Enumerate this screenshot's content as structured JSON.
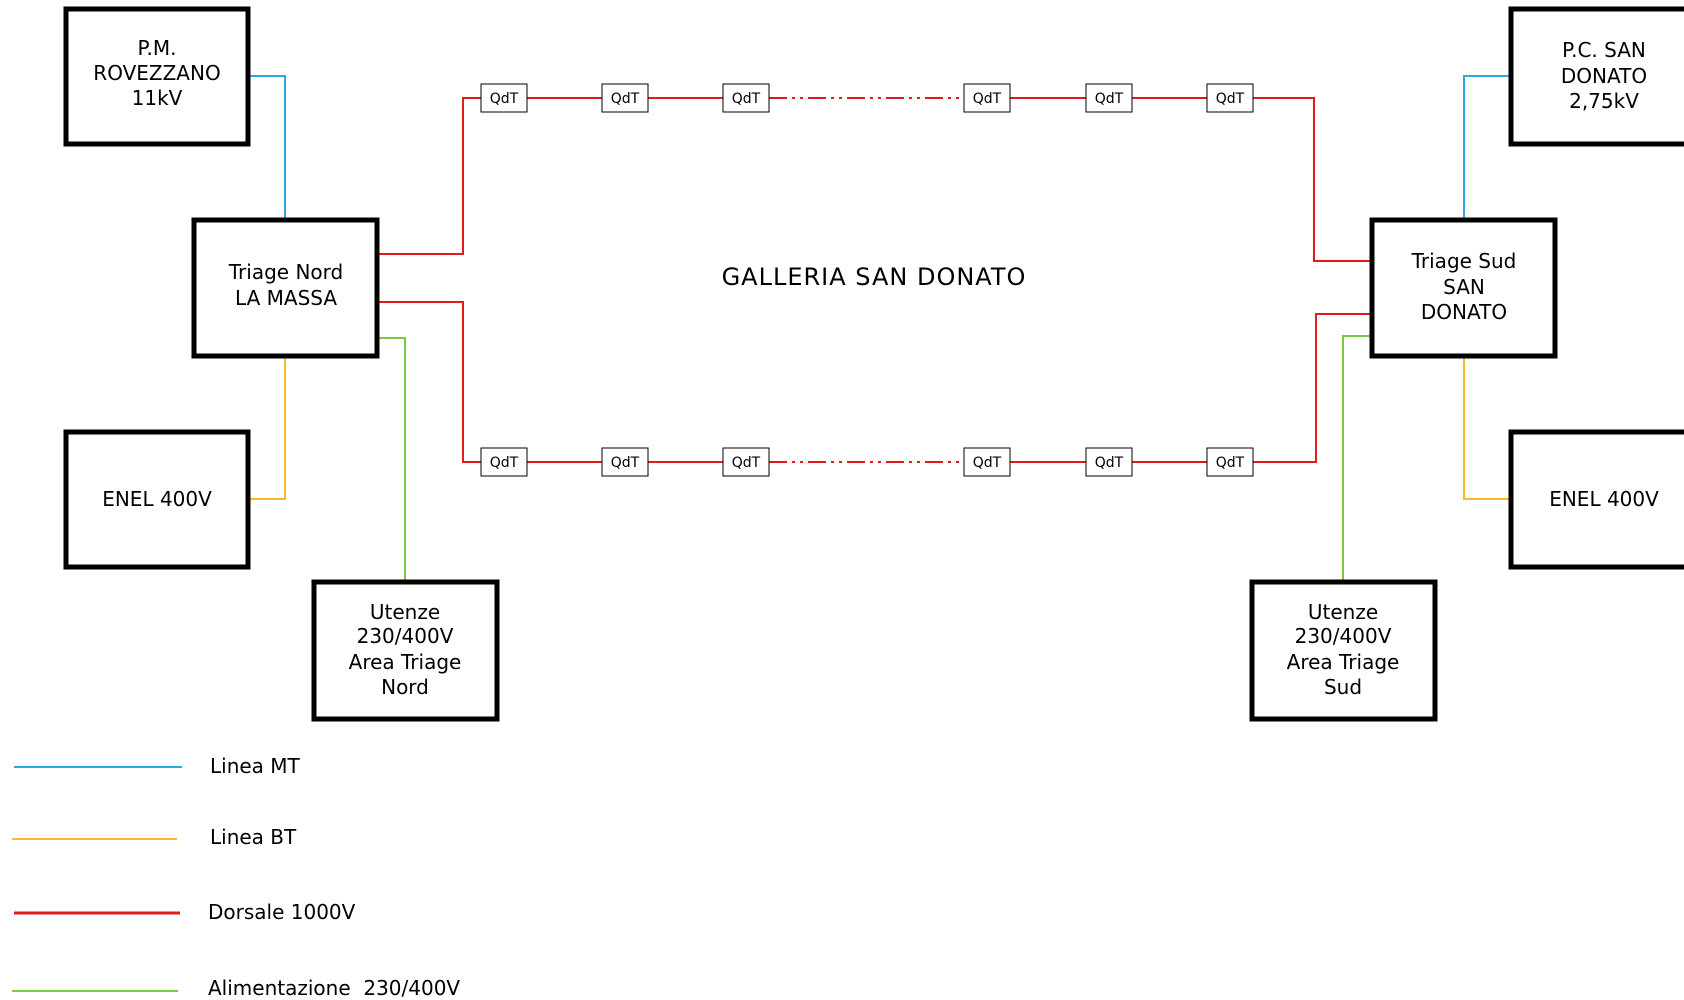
{
  "title": "GALLERIA SAN DONATO",
  "nodes": {
    "pm_rovezzano": [
      "P.M.",
      "ROVEZZANO",
      "11kV"
    ],
    "triage_nord": [
      "Triage Nord",
      "LA MASSA"
    ],
    "enel_nord": [
      "ENEL 400V"
    ],
    "utenze_nord": [
      "Utenze",
      "230/400V",
      "Area Triage",
      "Nord"
    ],
    "pc_san_donato": [
      "P.C. SAN",
      "DONATO",
      "2,75kV"
    ],
    "triage_sud": [
      "Triage Sud",
      "SAN",
      "DONATO"
    ],
    "enel_sud": [
      "ENEL 400V"
    ],
    "utenze_sud": [
      "Utenze",
      "230/400V",
      "Area Triage",
      "Sud"
    ]
  },
  "qdt_label": "QdT",
  "legend": [
    {
      "label": "Linea MT",
      "color": "#29abe2"
    },
    {
      "label": "Linea BT",
      "color": "#fbb829"
    },
    {
      "label": "Dorsale 1000V",
      "color": "#e01b1b"
    },
    {
      "label": "Alimentazione  230/400V",
      "color": "#7ac943"
    }
  ]
}
